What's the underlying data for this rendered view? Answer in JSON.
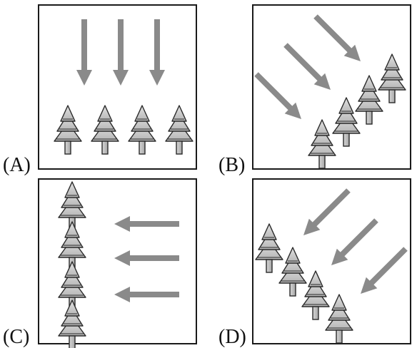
{
  "colors": {
    "arrow": "#8a8a8a",
    "tree_fill_top": "#e2e2e2",
    "tree_fill_bottom": "#b5b5b5",
    "tree_stroke": "#2a2a2a",
    "border": "#1a1a1a"
  },
  "icons": {
    "arrow": "arrow-icon",
    "tree": "tree-icon"
  },
  "panels": [
    {
      "id": "a",
      "label": "(A)",
      "trees": 4,
      "arrows": 3,
      "arrow_direction": "down",
      "tree_arrangement": "horizontal-row"
    },
    {
      "id": "b",
      "label": "(B)",
      "trees": 4,
      "arrows": 3,
      "arrow_direction": "down-right",
      "tree_arrangement": "rising-diagonal"
    },
    {
      "id": "c",
      "label": "(C)",
      "trees": 4,
      "arrows": 3,
      "arrow_direction": "left",
      "tree_arrangement": "vertical-column"
    },
    {
      "id": "d",
      "label": "(D)",
      "trees": 4,
      "arrows": 3,
      "arrow_direction": "down-left",
      "tree_arrangement": "falling-diagonal"
    }
  ]
}
